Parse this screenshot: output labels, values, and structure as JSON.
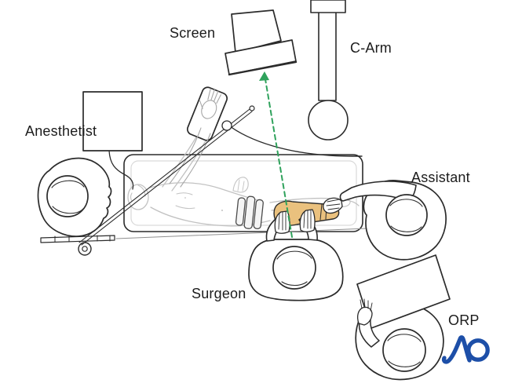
{
  "diagram": {
    "type": "operating-room-setup-top-view",
    "labels": {
      "anesthetist": "Anesthetist",
      "screen": "Screen",
      "c_arm": "C-Arm",
      "assistant": "Assistant",
      "surgeon": "Surgeon",
      "orp": "ORP"
    },
    "logo": {
      "text": "AO"
    },
    "colors": {
      "ink": "#2b2b2b",
      "patient": "#c2c2c2",
      "leg_highlight": "#eac17e",
      "beam_arrow_green": "#2fa25c",
      "logo_blue": "#1d4fa8"
    }
  }
}
